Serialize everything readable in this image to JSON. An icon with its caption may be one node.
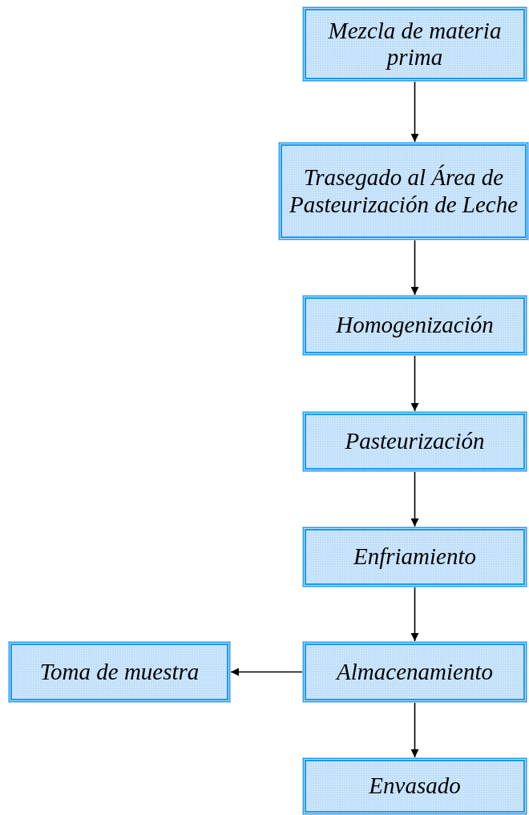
{
  "diagram": {
    "nodes": [
      {
        "text": [
          "Mezcla de materia prima"
        ]
      },
      {
        "text": [
          "Trasegado al Área de Pasteurización de Leche"
        ]
      },
      {
        "text": [
          "Homogenización"
        ]
      },
      {
        "text": [
          "Pasteurización"
        ]
      },
      {
        "text": [
          "Enfriamiento"
        ]
      },
      {
        "text": [
          "Almacenamiento"
        ]
      },
      {
        "text": [
          "Toma de muestra"
        ]
      },
      {
        "text": [
          "Envasado"
        ]
      }
    ],
    "edges": [
      {
        "from": 0,
        "to": 1,
        "arrow": "to"
      },
      {
        "from": 1,
        "to": 2,
        "arrow": "to"
      },
      {
        "from": 2,
        "to": 3,
        "arrow": "to"
      },
      {
        "from": 3,
        "to": 4,
        "arrow": "to"
      },
      {
        "from": 4,
        "to": 5,
        "arrow": "to"
      },
      {
        "from": 5,
        "to": 6,
        "arrow": "to"
      },
      {
        "from": 5,
        "to": 7,
        "arrow": "to"
      }
    ]
  }
}
